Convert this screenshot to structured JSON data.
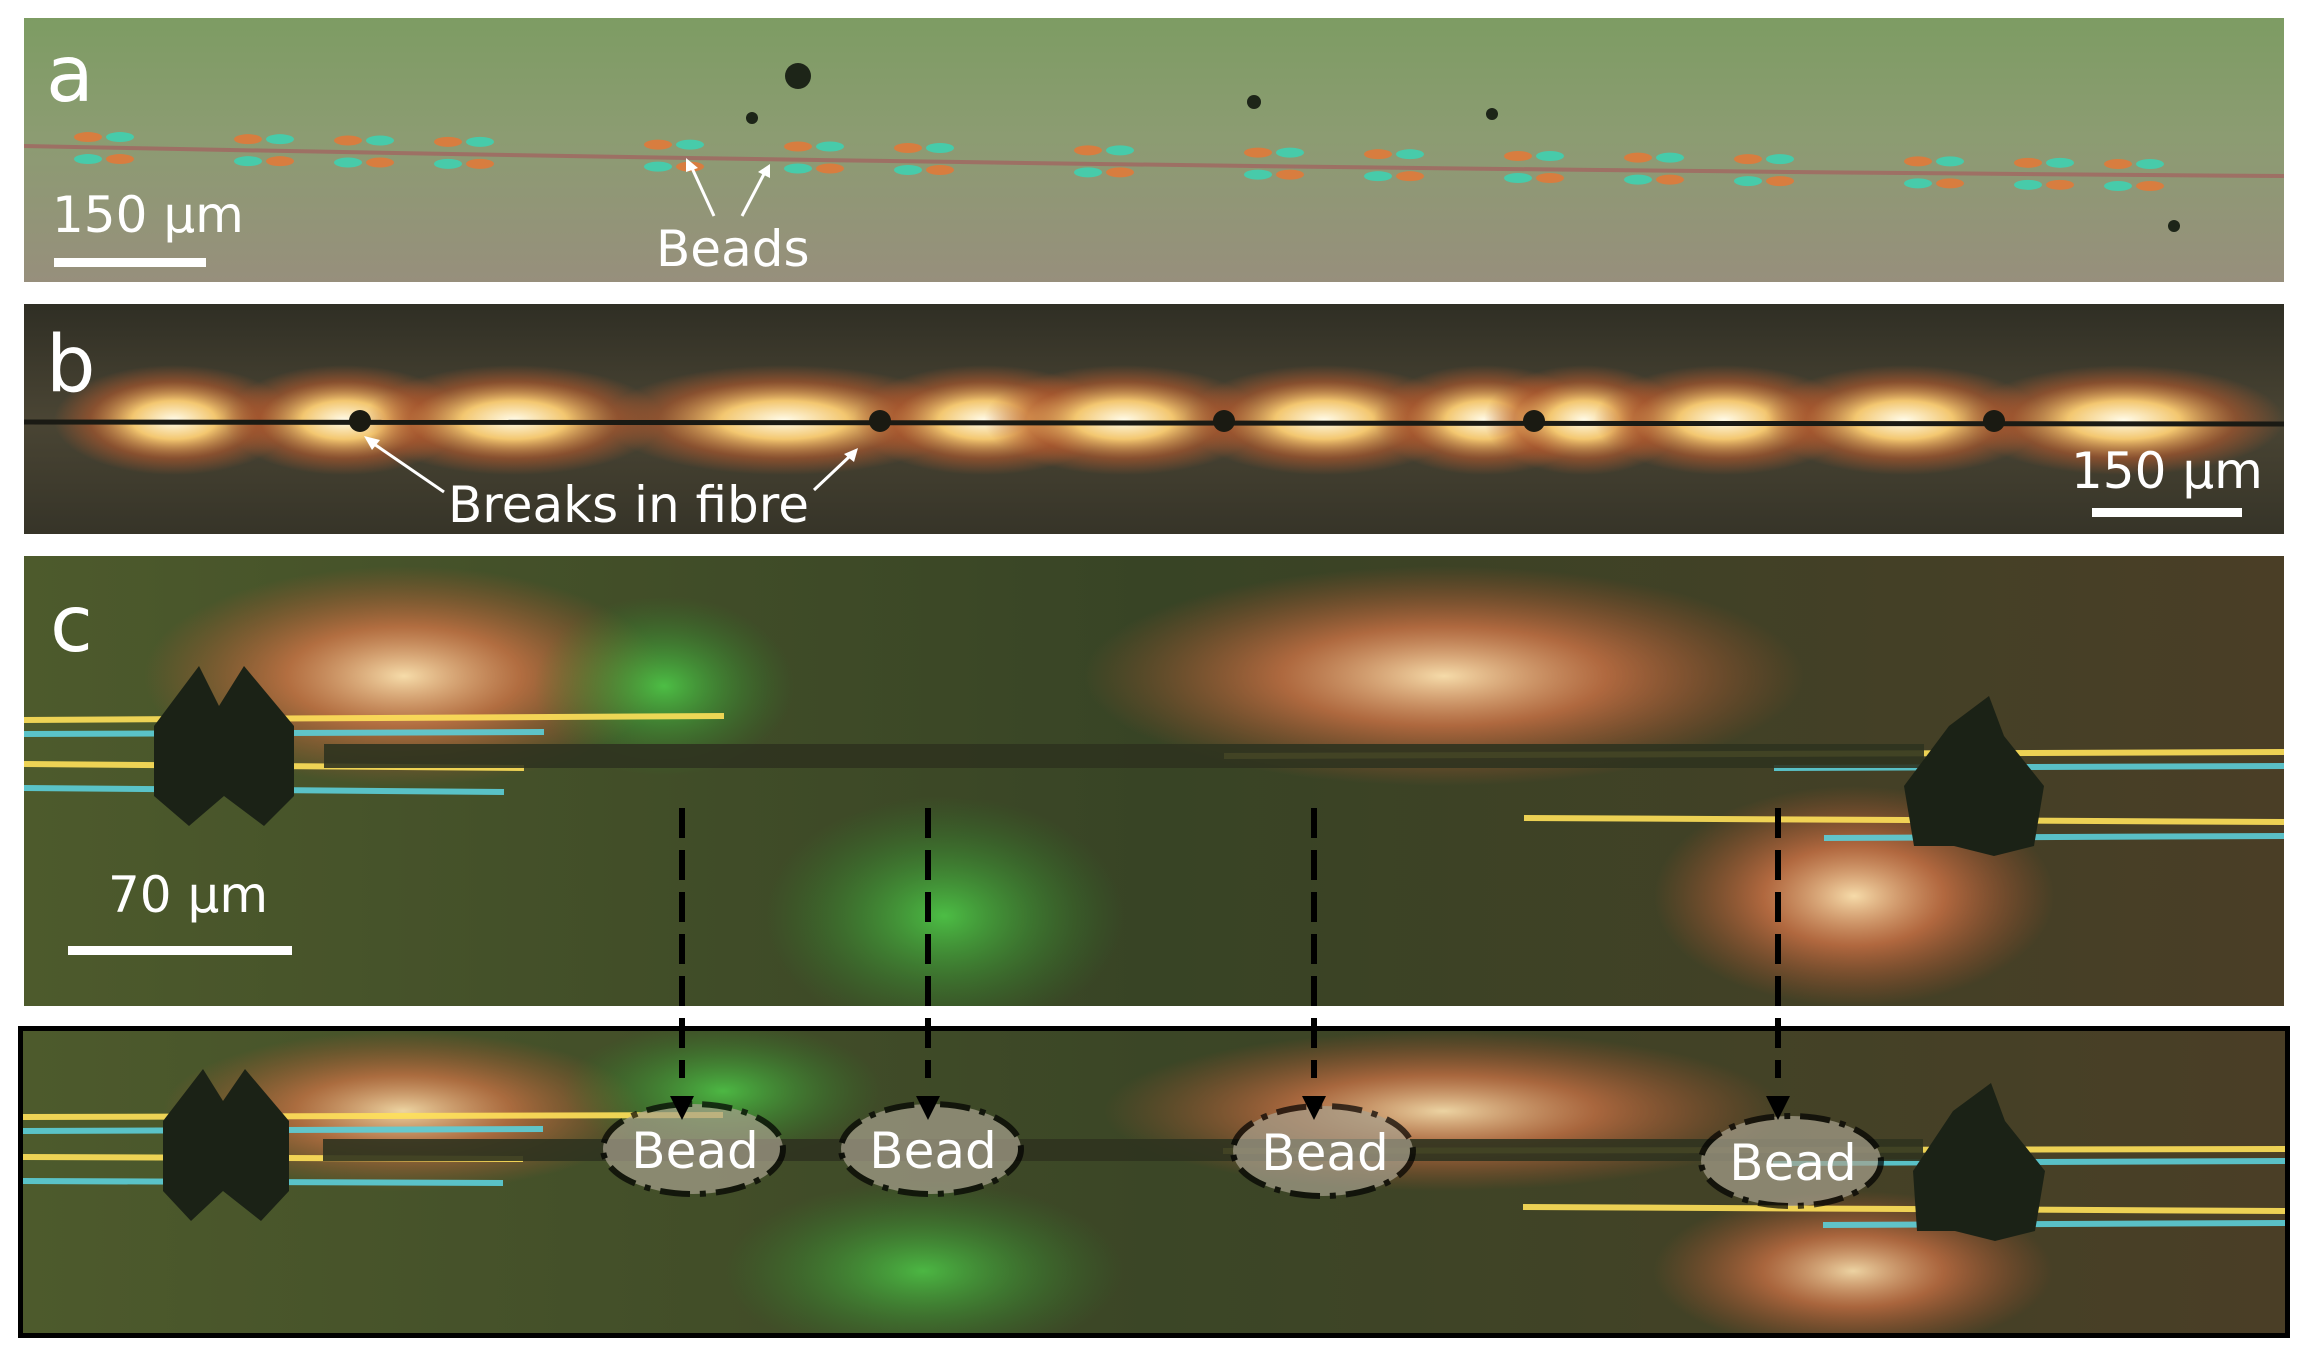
{
  "figure": {
    "panel_a": {
      "letter": "a",
      "scale_label": "150 µm",
      "annotation": "Beads"
    },
    "panel_b": {
      "letter": "b",
      "scale_label": "150 µm",
      "annotation": "Breaks in fibre"
    },
    "panel_c": {
      "letter": "c",
      "scale_label": "70 µm",
      "bead_labels": [
        "Bead",
        "Bead",
        "Bead",
        "Bead"
      ]
    }
  },
  "colors": {
    "panel_a_background": "#8a9a6a",
    "panel_b_background": "#3b3a2c",
    "panel_c_background": "#3a4125",
    "label_text": "#ffffff",
    "arrows": "#000000"
  }
}
